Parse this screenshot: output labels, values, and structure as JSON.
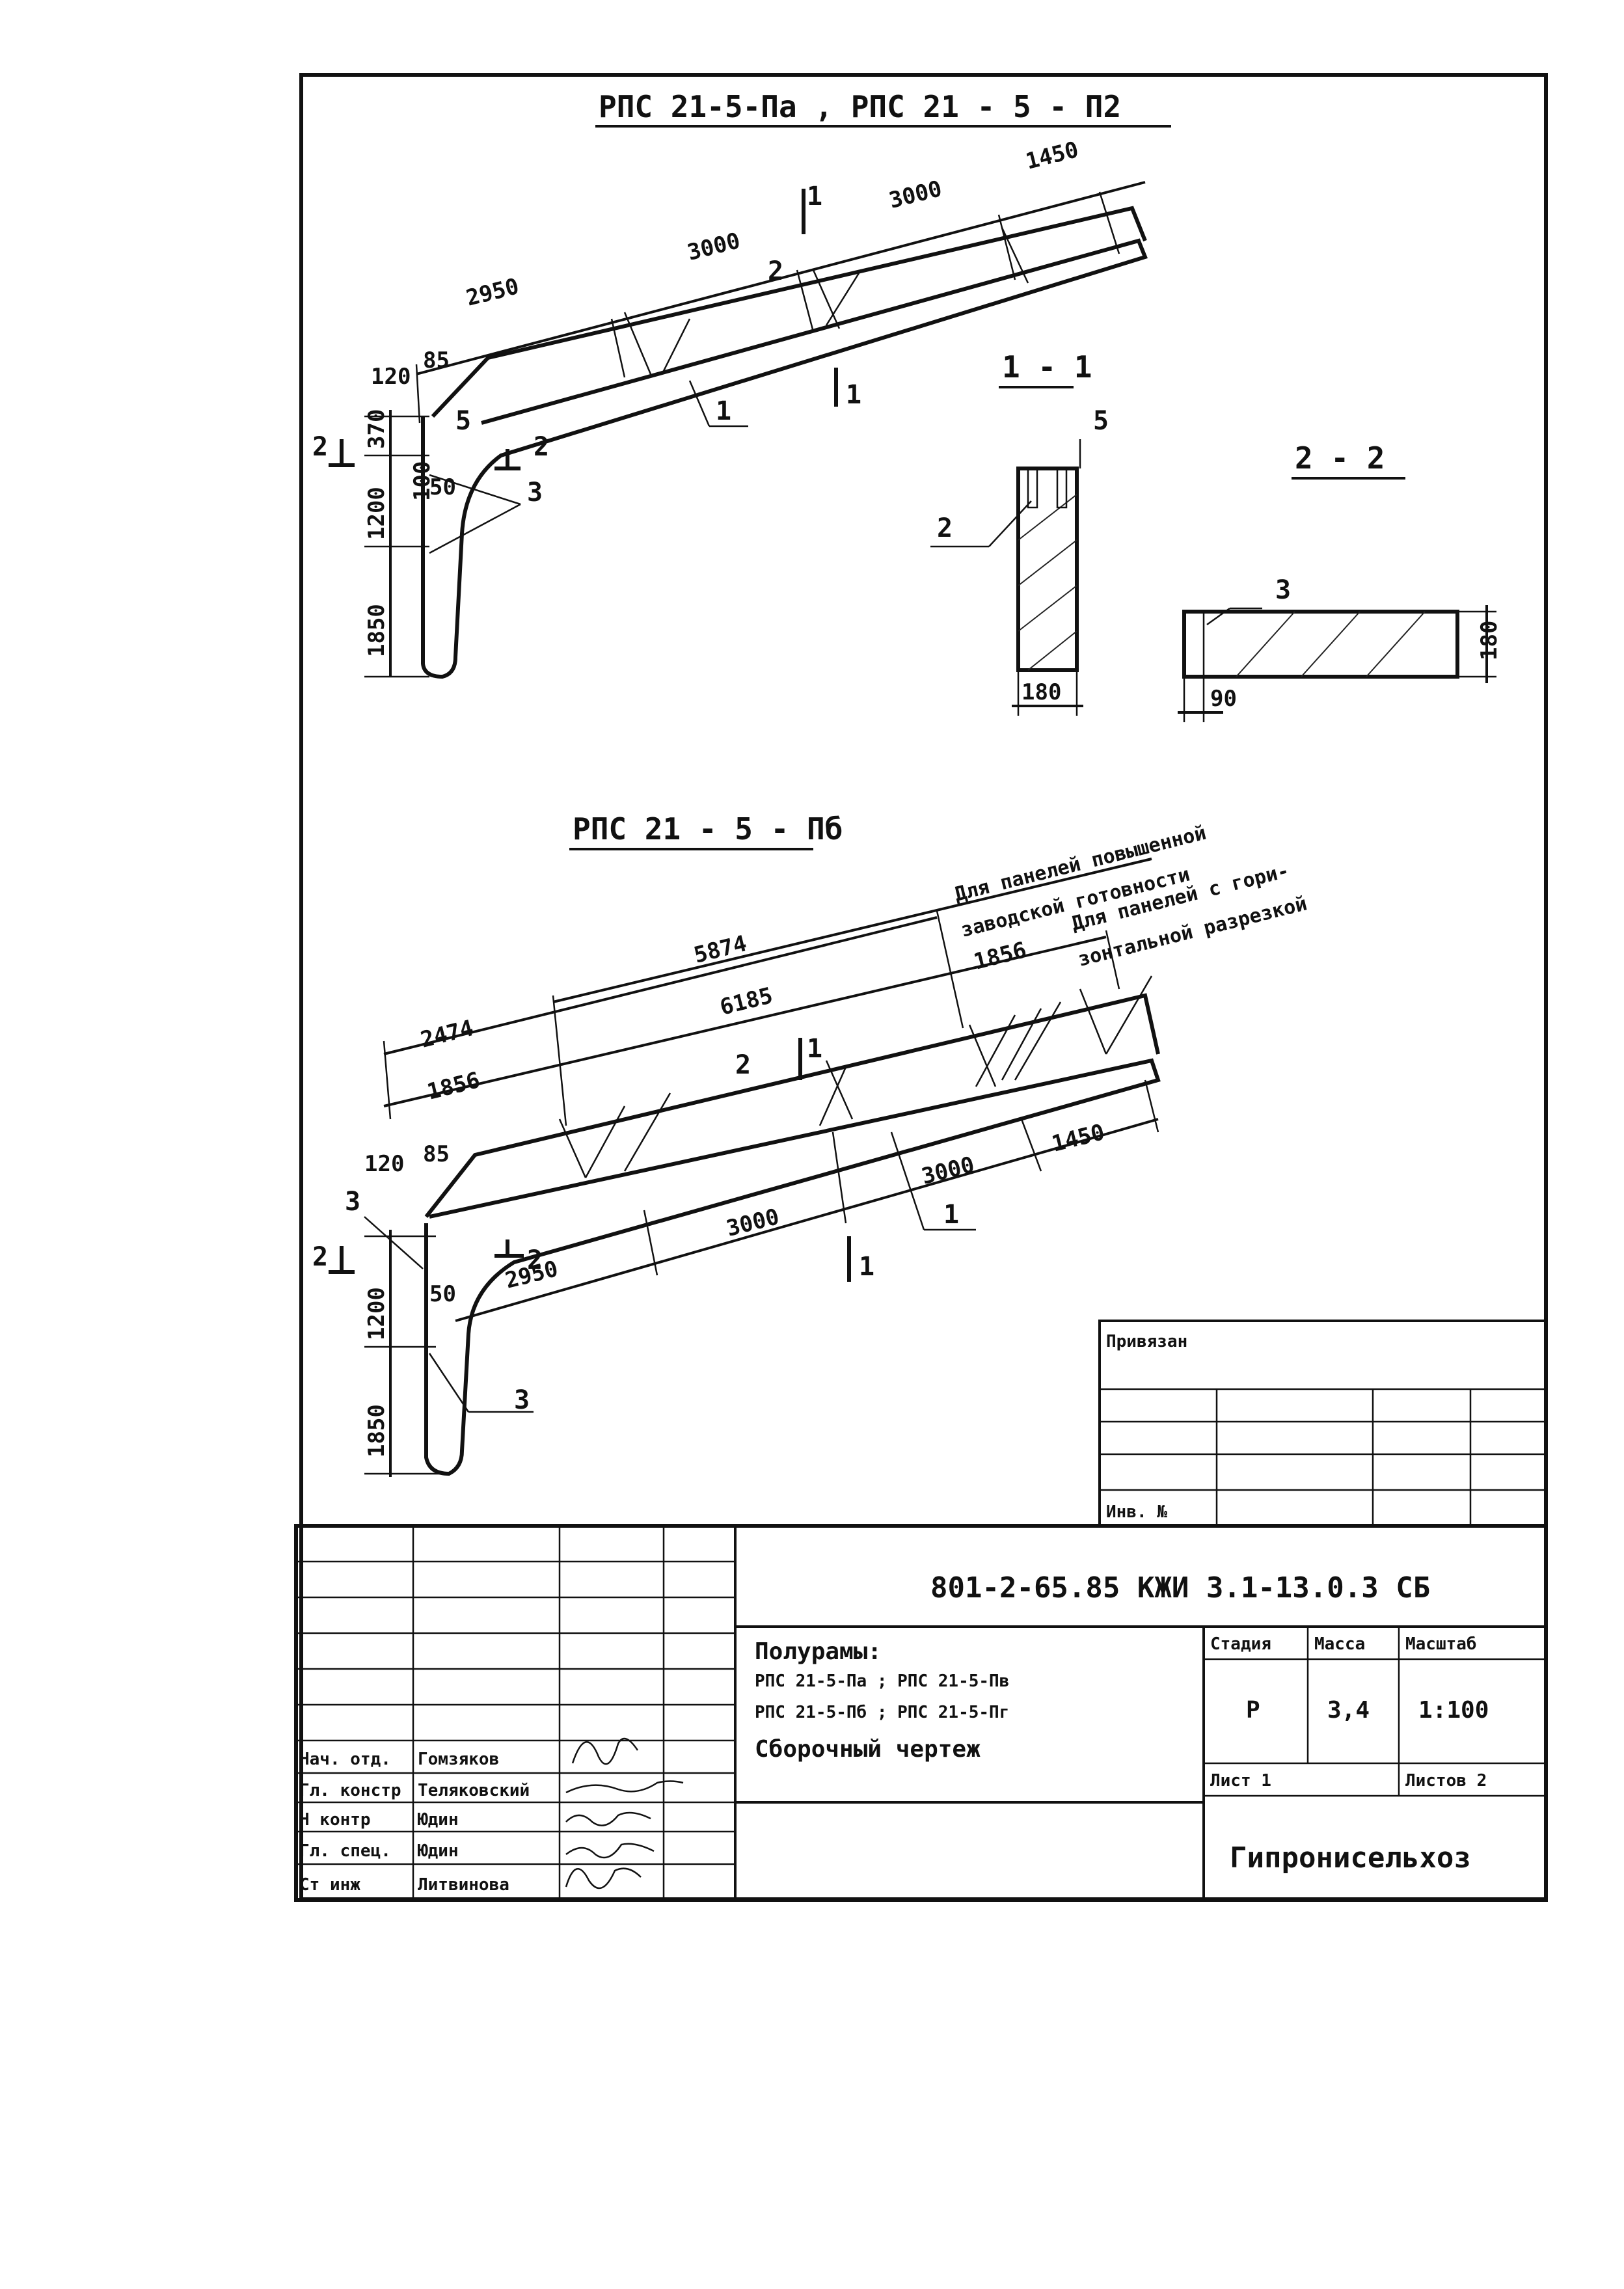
{
  "drawing": {
    "title_top": "РПС 21-5-Па ,  РПС 21 - 5 - П2",
    "title_mid": "РПС 21 - 5 - Пб",
    "section_1": "1 - 1",
    "section_2": "2 - 2",
    "top_view": {
      "dims": [
        "2950",
        "3000",
        "3000",
        "1450",
        "120",
        "85",
        "370",
        "100",
        "50",
        "1200",
        "1850"
      ],
      "labels": [
        "1",
        "2",
        "3",
        "5",
        "2",
        "1",
        "1",
        "2",
        "2"
      ]
    },
    "section_1_dims": {
      "width": "180",
      "label_pos": "2",
      "label_rebar": "5"
    },
    "section_2_dims": {
      "width": "90",
      "height": "180",
      "label": "3"
    },
    "mid_view": {
      "dims": [
        "5874",
        "2474",
        "6185",
        "1856",
        "120",
        "85",
        "3000",
        "1450",
        "3000",
        "2950",
        "50",
        "1200",
        "1850",
        "1856"
      ],
      "labels": [
        "1",
        "2",
        "3",
        "3",
        "2",
        "1",
        "1",
        "2"
      ],
      "note_1": "Для панелей повышенной",
      "note_2": "заводской  готовности",
      "note_3": "Для панелей с гори-",
      "note_4": "зонтальной разрезкой"
    }
  },
  "title_block": {
    "privyazan": "Привязан",
    "inv_no": "Инв. №",
    "doc_code": "801-2-65.85 КЖИ 3.1-13.0.3 СБ",
    "description_1": "Полурамы:",
    "description_2": "РПС 21-5-Па ; РПС 21-5-Пв",
    "description_3": "РПС 21-5-Пб ;  РПС 21-5-Пг",
    "description_4": "Сборочный  чертеж",
    "stage_header": "Стадия",
    "mass_header": "Масса",
    "scale_header": "Масштаб",
    "stage": "Р",
    "mass": "3,4",
    "scale": "1:100",
    "sheet": "Лист 1",
    "sheets": "Листов 2",
    "organization": "Гипронисельхоз",
    "roles": [
      {
        "role": "Нач. отд.",
        "name": "Гомзяков"
      },
      {
        "role": "Гл. констр",
        "name": "Теляковский"
      },
      {
        "role": "Н контр",
        "name": "Юдин"
      },
      {
        "role": "Гл. спец.",
        "name": "Юдин"
      },
      {
        "role": "Ст инж",
        "name": "Литвинова"
      }
    ]
  }
}
